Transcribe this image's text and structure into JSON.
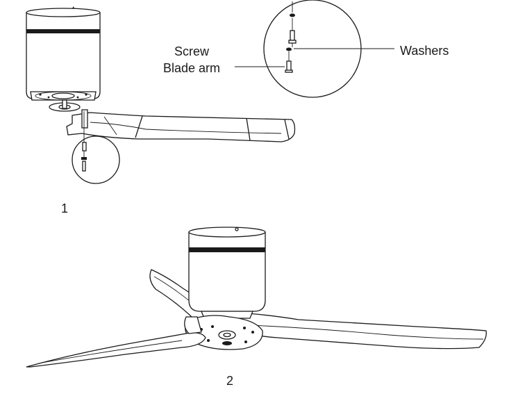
{
  "labels": {
    "screw": "Screw",
    "blade_arm": "Blade arm",
    "washers": "Washers"
  },
  "steps": {
    "step1": "1",
    "step2": "2"
  },
  "icons": [
    "fan-motor-housing-icon",
    "fan-blade-icon",
    "screw-icon",
    "washer-icon",
    "magnifier-circle-icon"
  ]
}
